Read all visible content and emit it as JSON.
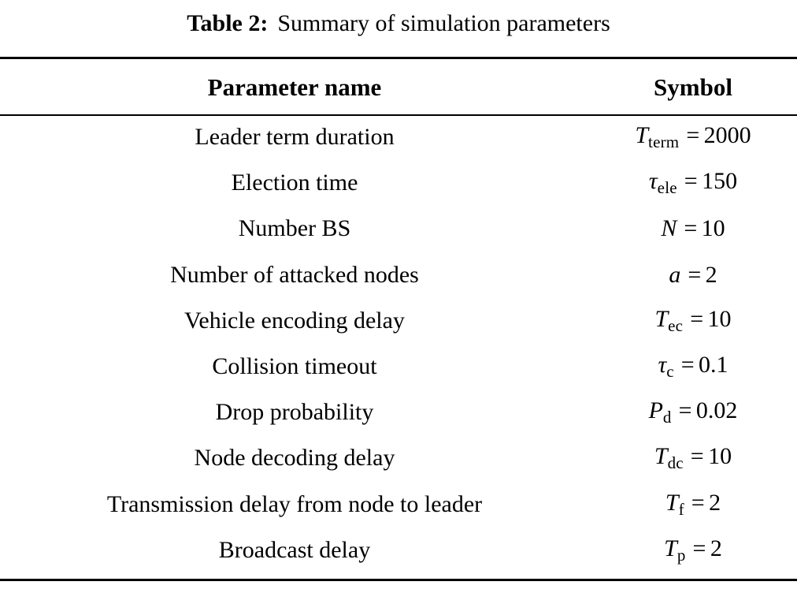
{
  "caption": {
    "label": "Table 2:",
    "text": "Summary of simulation parameters"
  },
  "table": {
    "headers": {
      "parameter": "Parameter name",
      "symbol": "Symbol"
    },
    "rows": [
      {
        "parameter": "Leader term duration",
        "symbol_text": "T_term = 2000",
        "variable": "T",
        "subscript": "term",
        "equals": "=",
        "value": "2000"
      },
      {
        "parameter": "Election time",
        "symbol_text": "τ_ele = 150",
        "variable": "τ",
        "subscript": "ele",
        "equals": "=",
        "value": "150"
      },
      {
        "parameter": "Number BS",
        "symbol_text": "N = 10",
        "variable": "N",
        "subscript": "",
        "equals": "=",
        "value": "10"
      },
      {
        "parameter": "Number of attacked nodes",
        "symbol_text": "a = 2",
        "variable": "a",
        "subscript": "",
        "equals": "=",
        "value": "2"
      },
      {
        "parameter": "Vehicle encoding delay",
        "symbol_text": "T_ec = 10",
        "variable": "T",
        "subscript": "ec",
        "equals": "=",
        "value": "10"
      },
      {
        "parameter": "Collision timeout",
        "symbol_text": "τ_c = 0.1",
        "variable": "τ",
        "subscript": "c",
        "equals": "=",
        "value": "0.1"
      },
      {
        "parameter": "Drop probability",
        "symbol_text": "P_d = 0.02",
        "variable": "P",
        "subscript": "d",
        "equals": "=",
        "value": "0.02"
      },
      {
        "parameter": "Node decoding delay",
        "symbol_text": "T_dc = 10",
        "variable": "T",
        "subscript": "dc",
        "equals": "=",
        "value": "10"
      },
      {
        "parameter": "Transmission delay from node to leader",
        "symbol_text": "T_f = 2",
        "variable": "T",
        "subscript": "f",
        "equals": "=",
        "value": "2"
      },
      {
        "parameter": "Broadcast delay",
        "symbol_text": "T_p = 2",
        "variable": "T",
        "subscript": "p",
        "equals": "=",
        "value": "2"
      }
    ]
  },
  "style": {
    "text_color": "#000000",
    "background_color": "#ffffff"
  }
}
